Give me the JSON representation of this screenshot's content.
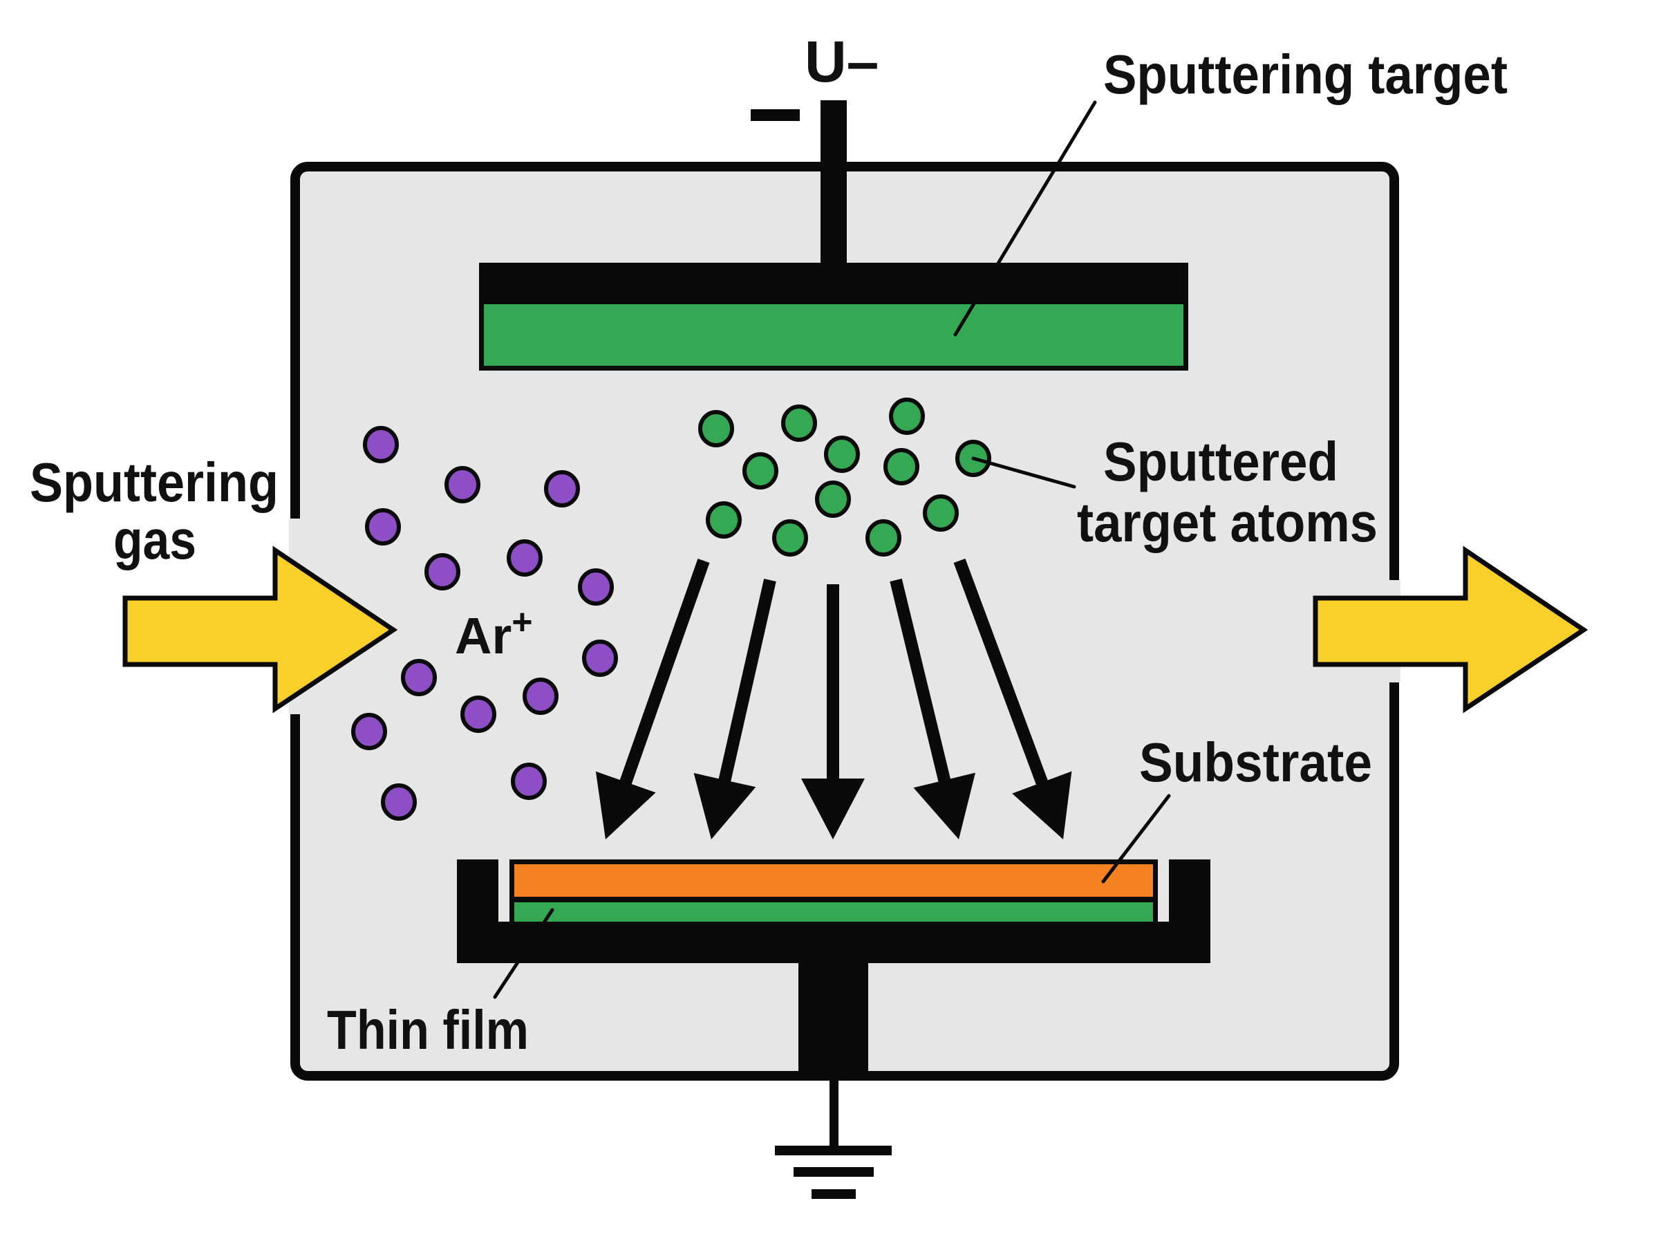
{
  "title": "Sputter deposition process diagram",
  "colors": {
    "background": "#ffffff",
    "chamber_fill": "#e6e6e6",
    "outline": "#0a0a0a",
    "target_material": "#35a853",
    "thin_film": "#35a853",
    "substrate": "#f58220",
    "gas_ion": "#8e4ec6",
    "sputtered_atom": "#35a853",
    "gas_flow_arrow": "#f9d02a"
  },
  "labels": {
    "voltage": "U–",
    "sputtering_target": "Sputtering target",
    "sputtering_gas_line1": "Sputtering",
    "sputtering_gas_line2": "gas",
    "ion": "Ar",
    "ion_charge": "+",
    "sputtered_atoms_line1": "Sputtered",
    "sputtered_atoms_line2": "target atoms",
    "substrate": "Substrate",
    "thin_film": "Thin film"
  },
  "components": {
    "chamber": "vacuum-chamber",
    "cathode": "sputtering-target-cathode",
    "anode": "substrate-holder",
    "ground": "ground-symbol",
    "power_terminal": "negative-terminal"
  },
  "particles": {
    "ar_ion_count": 14,
    "sputtered_atom_count": 12,
    "deposition_arrow_count": 5
  },
  "flows": {
    "inlet": "gas-inlet-arrow",
    "outlet": "gas-outlet-arrow"
  }
}
